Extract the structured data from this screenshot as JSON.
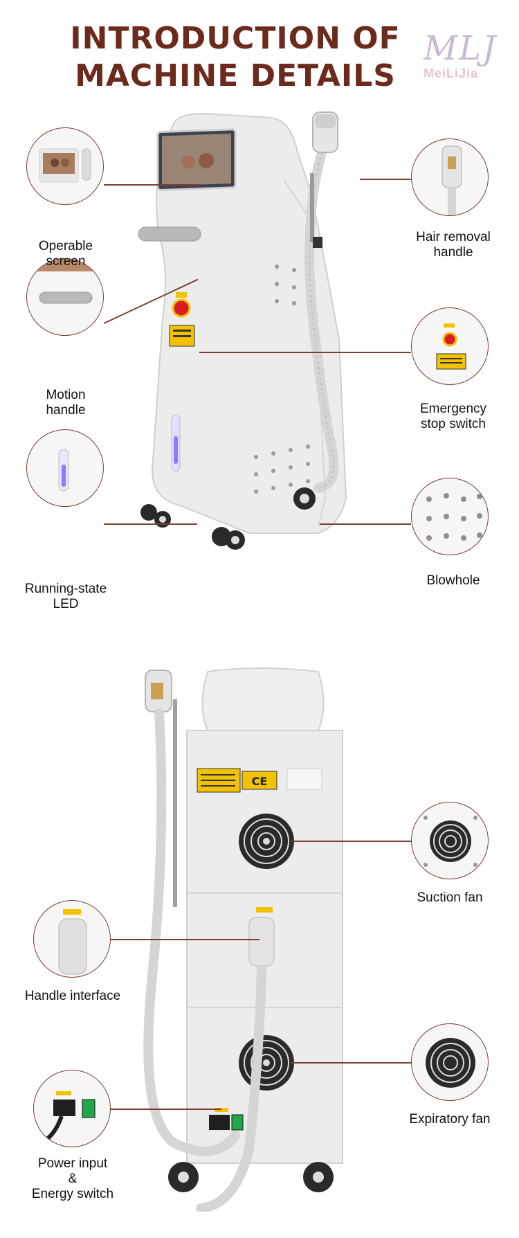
{
  "header": {
    "title_line1": "INTRODUCTION OF",
    "title_line2": "MACHINE DETAILS",
    "logo_main": "MLJ",
    "logo_sub": "MeiLiJia"
  },
  "front_view": {
    "labels": {
      "operable_screen": [
        "Operable",
        "screen"
      ],
      "motion_handle": [
        "Motion",
        "handle"
      ],
      "running_led": [
        "Running-state",
        "LED"
      ],
      "hair_removal_handle": [
        "Hair removal",
        "handle"
      ],
      "emergency_stop": [
        "Emergency",
        "stop switch"
      ],
      "blowhole": "Blowhole"
    }
  },
  "back_view": {
    "labels": {
      "suction_fan": "Suction fan",
      "handle_interface": "Handle interface",
      "expiratory_fan": "Expiratory fan",
      "power_input": [
        "Power input",
        "&",
        "Energy switch"
      ]
    }
  },
  "colors": {
    "title": "#6b2a1c",
    "callout_line": "#7b3f32",
    "machine_body": "#ececec",
    "led": "#8a7cff",
    "warning": "#f2c200"
  },
  "icons": [
    "ce-mark",
    "warning-sticker",
    "fan-grille",
    "caster-wheel",
    "stop-button"
  ]
}
